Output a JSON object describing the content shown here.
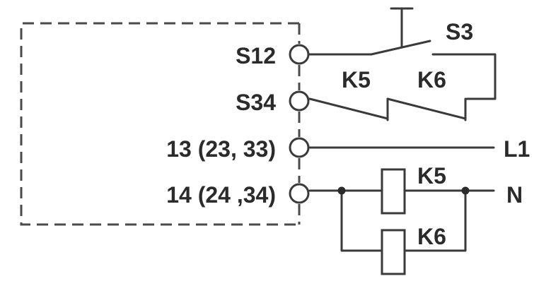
{
  "terminals": {
    "s12": "S12",
    "s34": "S34",
    "t13": "13 (23, 33)",
    "t14": "14 (24 ,34)"
  },
  "contacts": {
    "s3": "S3",
    "k5": "K5",
    "k6": "K6"
  },
  "supply": {
    "l1": "L1",
    "n": "N"
  },
  "coils": {
    "k5": "K5",
    "k6": "K6"
  }
}
